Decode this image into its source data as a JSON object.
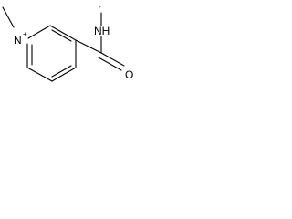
{
  "molecule": {
    "atoms": {
      "ring_nitrogen": "N",
      "ring_nitrogen_charge": "+",
      "amide_nitrogen_h": "NH",
      "amide_oxygen_charge": "-",
      "carbonyl_oxygen": "O"
    }
  }
}
